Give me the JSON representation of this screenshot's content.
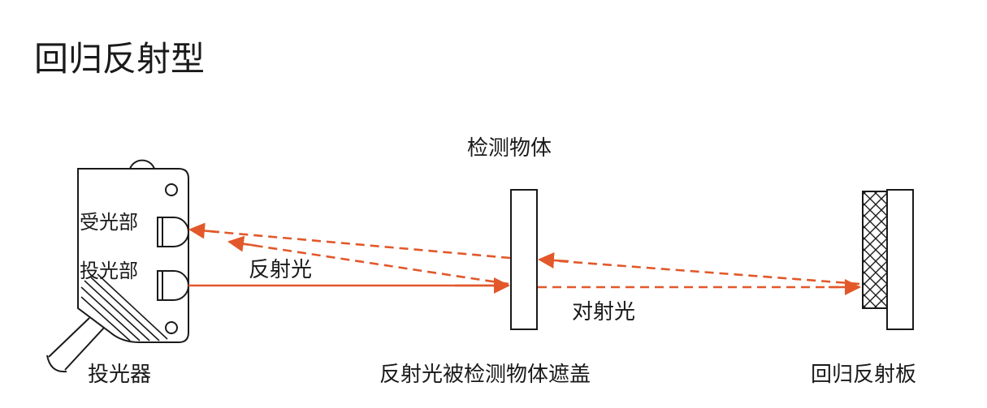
{
  "title": "回归反射型",
  "labels": {
    "receiver": "受光部",
    "emitter": "投光部",
    "sensor": "投光器",
    "object": "检测物体",
    "reflected_light": "反射光",
    "opposed_light": "对射光",
    "blocked_caption": "反射光被检测物体遮盖",
    "reflector": "回归反射板"
  },
  "colors": {
    "beam": "#e2582a",
    "outline": "#1a1a1a",
    "text": "#1a1a1a"
  }
}
